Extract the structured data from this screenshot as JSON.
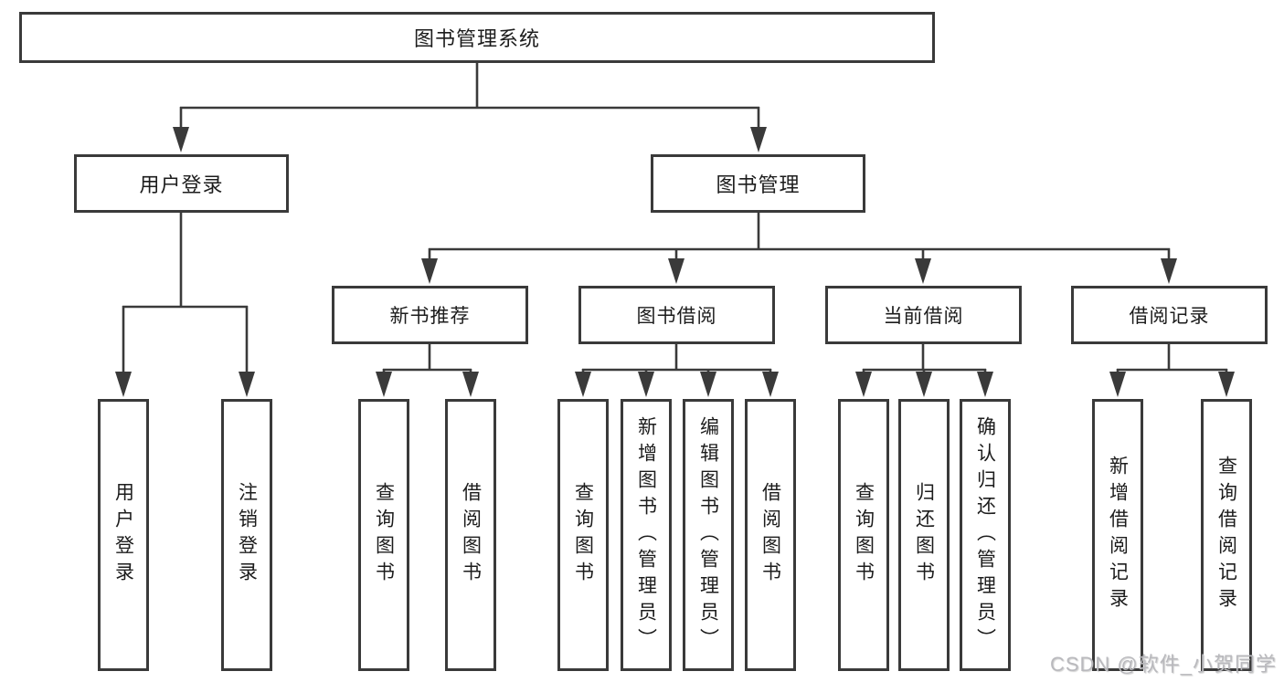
{
  "diagram": {
    "root": {
      "label": "图书管理系统"
    },
    "level2": [
      {
        "label": "用户登录"
      },
      {
        "label": "图书管理"
      }
    ],
    "level3": [
      {
        "label": "新书推荐"
      },
      {
        "label": "图书借阅"
      },
      {
        "label": "当前借阅"
      },
      {
        "label": "借阅记录"
      }
    ],
    "leaves": {
      "user_login": [
        "用户登录",
        "注销登录"
      ],
      "new_books": [
        "查询图书",
        "借阅图书"
      ],
      "book_borrow": [
        "查询图书",
        "新增图书（管理员）",
        "编辑图书（管理员）",
        "借阅图书"
      ],
      "current_borrow": [
        "查询图书",
        "归还图书",
        "确认归还（管理员）"
      ],
      "borrow_records": [
        "新增借阅记录",
        "查询借阅记录"
      ]
    }
  },
  "watermark": {
    "text": "CSDN @软件_小贺同学"
  },
  "colors": {
    "line": "#3a3a3a",
    "text": "#1c1c1c",
    "box_background": "#ffffff",
    "watermark": "#b9b9bd",
    "background": "#ffffff"
  }
}
